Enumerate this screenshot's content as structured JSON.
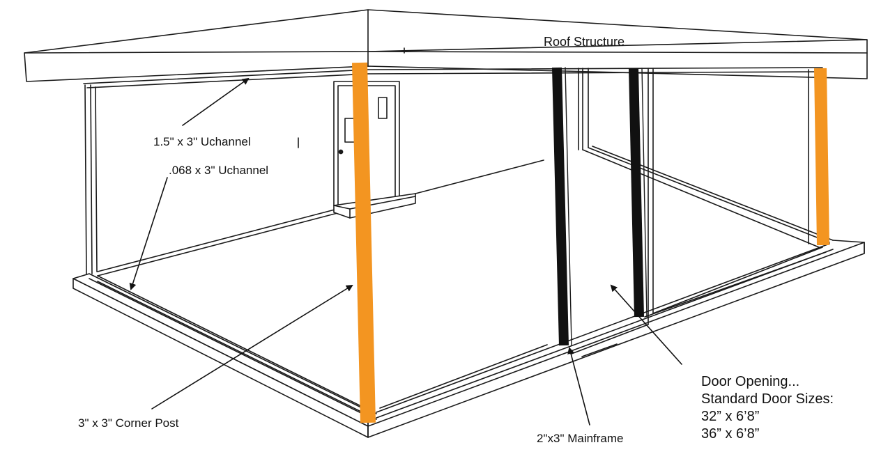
{
  "labels": {
    "roof": "Roof Structure",
    "uchannel_top": "1.5\" x 3\" Uchannel",
    "uchannel_bottom": ".068 x 3\" Uchannel",
    "corner_post": "3\" x 3\" Corner Post",
    "mainframe": "2\"x3\" Mainframe",
    "door_opening": "Door Opening...",
    "door_sizes_heading": "Standard Door Sizes:",
    "door_size_1": "32” x 6’8”",
    "door_size_2": "36” x 6’8”"
  },
  "colors": {
    "corner_post": "#F39521",
    "mainframe": "#111111",
    "linework": "#1a1a1a"
  },
  "icons": {
    "door": "door-icon",
    "arrow": "arrow-icon"
  }
}
